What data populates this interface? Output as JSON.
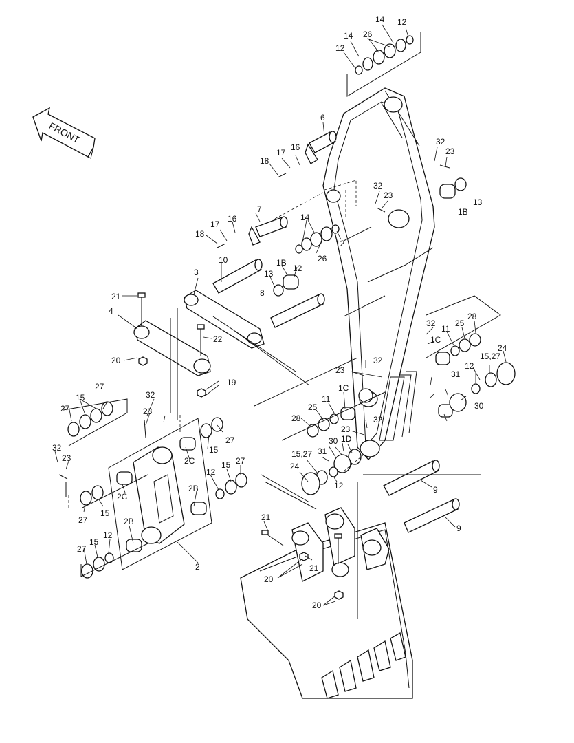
{
  "arrow": {
    "text": "FRONT"
  },
  "labels": [
    "14",
    "12",
    "14",
    "26",
    "12",
    "6",
    "18",
    "17",
    "16",
    "32",
    "23",
    "32",
    "23",
    "1B",
    "13",
    "7",
    "18",
    "17",
    "16",
    "14",
    "12",
    "26",
    "10",
    "1B",
    "12",
    "13",
    "8",
    "3",
    "21",
    "4",
    "22",
    "20",
    "32",
    "11",
    "25",
    "28",
    "1C",
    "24",
    "12",
    "15,27",
    "23",
    "32",
    "31",
    "30",
    "1C",
    "11",
    "25",
    "28",
    "23",
    "32",
    "1D",
    "19",
    "27",
    "15",
    "27",
    "32",
    "23",
    "15",
    "27",
    "2C",
    "2C",
    "2B",
    "12",
    "15",
    "27",
    "32",
    "23",
    "27",
    "15",
    "2B",
    "12",
    "15",
    "27",
    "2",
    "15,27",
    "31",
    "24",
    "30",
    "1D",
    "12",
    "21",
    "21",
    "20",
    "20",
    "9",
    "9"
  ]
}
